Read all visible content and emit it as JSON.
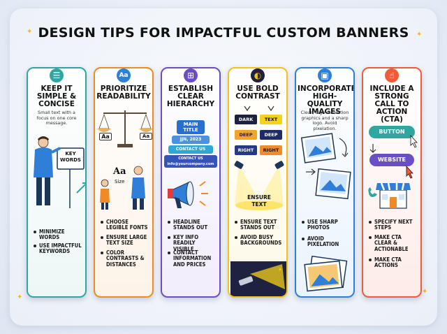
{
  "title": "DESIGN TIPS FOR IMPACTFUL CUSTOM BANNERS",
  "colors": {
    "teal": "#2fa7a0",
    "orange": "#f08a24",
    "purple": "#6a4fc4",
    "yellow": "#f2c21b",
    "blue": "#2f7fd8",
    "red": "#f15a3a"
  },
  "cards": [
    {
      "icon": "list-icon",
      "heading": "KEEP IT SIMPLE & CONCISE",
      "desc": "Small text with a focus on one core message.",
      "sign": "KEY WORDS",
      "bullets": [
        "MINIMIZE WORDS",
        "USE IMPACTFUL KEYWORDS"
      ]
    },
    {
      "icon": "font-size-icon",
      "heading": "PRIORITIZE READABILITY",
      "scale_left": "Aa",
      "scale_right": "Aa",
      "sample": "Aa",
      "sample_small": "Size",
      "bullets": [
        "CHOOSE LEGIBLE FONTS",
        "ENSURE LARGE TEXT SIZE",
        "COLOR CONTRASTS & DISTANCES"
      ]
    },
    {
      "icon": "hierarchy-icon",
      "heading": "ESTABLISH CLEAR HIERARCHY",
      "tiers": [
        "MAIN TITLE",
        "JJN, 2023",
        "CONTACT US",
        "CONTACT US info@yourcompany.com"
      ],
      "bullets": [
        "HEADLINE STANDS OUT",
        "KEY INFO READILY VISIBLE",
        "CONTACT INFORMATION AND PRICES"
      ]
    },
    {
      "icon": "contrast-icon",
      "heading": "USE BOLD CONTRAST",
      "swatches": [
        {
          "label": "DARK",
          "bg": "#1e2140",
          "fg": "#ffffff"
        },
        {
          "label": "TEXT",
          "bg": "#f6d21a",
          "fg": "#111111"
        },
        {
          "label": "DEEP",
          "bg": "#f2a52a",
          "fg": "#1e2140"
        },
        {
          "label": "DEEP",
          "bg": "#1e2b66",
          "fg": "#ffffff"
        },
        {
          "label": "RIGHT",
          "bg": "#253a82",
          "fg": "#ffffff"
        },
        {
          "label": "RIGHT",
          "bg": "#f28c28",
          "fg": "#111111"
        }
      ],
      "spot_text": "ENSURE TEXT",
      "bullets": [
        "ENSURE TEXT STANDS OUT",
        "AVOID BUSY BACKGROUNDS"
      ]
    },
    {
      "icon": "image-icon",
      "heading": "INCORPORATE HIGH-QUALITY IMAGES",
      "desc": "Clear, high-resolution graphics and a sharp logo. Avoid pixelation.",
      "bullets": [
        "USE SHARP PHOTOS",
        "AVOID PIXELATION"
      ]
    },
    {
      "icon": "pointer-icon",
      "heading": "INCLUDE A STRONG CALL TO ACTION (CTA)",
      "btn1": "BUTTON",
      "btn2": "WEBSITE",
      "bullets": [
        "SPECIFY NEXT STEPS",
        "MAKE CTA CLEAR & ACTIONABLE",
        "MAKE CTA ACTIONS"
      ]
    }
  ]
}
